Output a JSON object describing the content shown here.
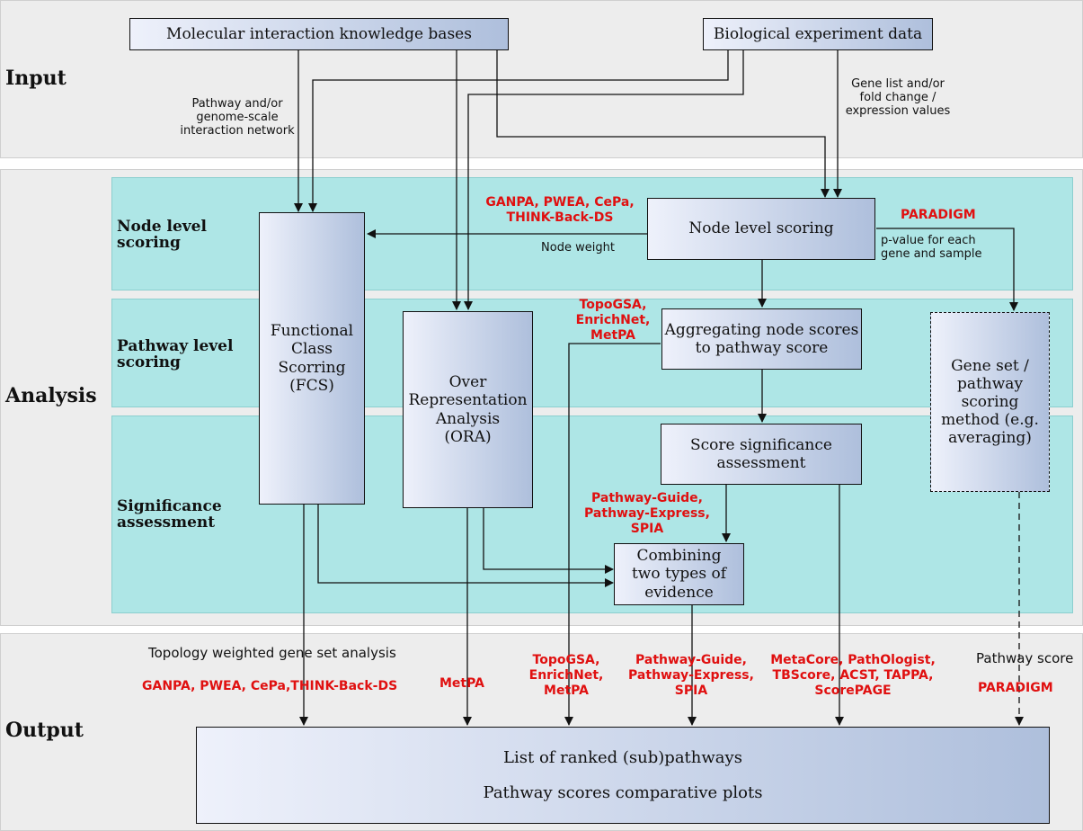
{
  "sections": {
    "input": "Input",
    "analysis": "Analysis",
    "output": "Output"
  },
  "rows": {
    "node_level": "Node level\nscoring",
    "pathway_level": "Pathway level\nscoring",
    "significance": "Significance\nassessment"
  },
  "boxes": {
    "knowledge_bases": "Molecular interaction knowledge bases",
    "experiment_data": "Biological experiment data",
    "fcs": "Functional\nClass\nScorring\n(FCS)",
    "ora": "Over\nRepresentation\nAnalysis\n(ORA)",
    "node_scoring": "Node level scoring",
    "aggregating": "Aggregating node scores\nto pathway score",
    "significance": "Score significance\nassessment",
    "combining": "Combining\ntwo types of\nevidence",
    "gene_set": "Gene set /\npathway\nscoring\nmethod (e.g.\naveraging)",
    "output_line1": "List of ranked (sub)pathways",
    "output_line2": "Pathway scores comparative plots"
  },
  "notes": {
    "pathway_network": "Pathway and/or\ngenome-scale\ninteraction network",
    "gene_list": "Gene list and/or\nfold change /\nexpression values",
    "node_weight": "Node weight",
    "pvalue": "p-value for each\ngene and sample",
    "topology": "Topology weighted gene set analysis",
    "pathway_score": "Pathway score"
  },
  "tools": {
    "ganpa_node": "GANPA, PWEA, CePa,\nTHINK-Back-DS",
    "paradigm_node": "PARADIGM",
    "topogsa_mid": "TopoGSA,\nEnrichNet,\nMetPA",
    "pathway_guide_mid": "Pathway-Guide,\nPathway-Express,\nSPIA",
    "ganpa_out": "GANPA, PWEA, CePa,THINK-Back-DS",
    "metpa_out": "MetPA",
    "topogsa_out": "TopoGSA,\nEnrichNet,\nMetPA",
    "pathway_guide_out": "Pathway-Guide,\nPathway-Express,\nSPIA",
    "metacore_out": "MetaCore, PathOlogist,\nTBScore, ACST, TAPPA,\nScorePAGE",
    "paradigm_out": "PARADIGM"
  },
  "colors": {
    "band": "#ededed",
    "row": "#aee6e6",
    "box_light": "#eef1fb",
    "box_dark": "#aebfdc",
    "tool_red": "#e01010"
  }
}
